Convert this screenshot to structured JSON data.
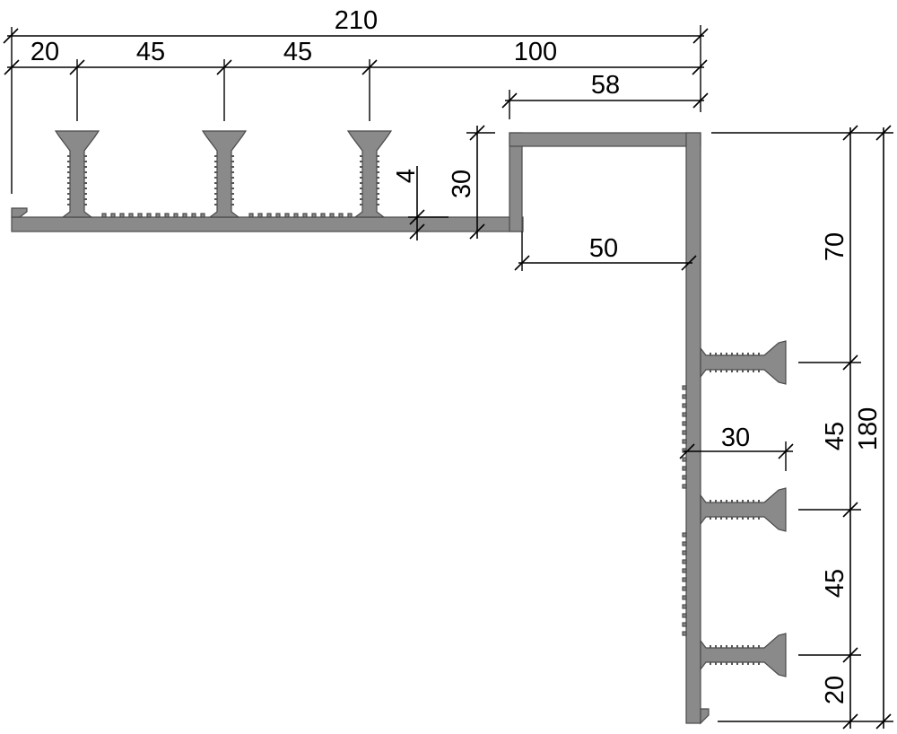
{
  "colors": {
    "profile_fill": "#8a8a8a",
    "profile_stroke": "#4a4a4a",
    "line": "#000000",
    "background": "#ffffff"
  },
  "dimensions": {
    "top_total": "210",
    "top_seg_1": "20",
    "top_seg_2": "45",
    "top_seg_3": "45",
    "top_seg_4": "100",
    "top_flange": "58",
    "thickness": "4",
    "step_height": "30",
    "inner_width": "50",
    "right_seg_1": "70",
    "right_seg_2": "45",
    "right_seg_3": "45",
    "right_seg_4": "20",
    "right_total": "180",
    "anchor_length": "30"
  }
}
